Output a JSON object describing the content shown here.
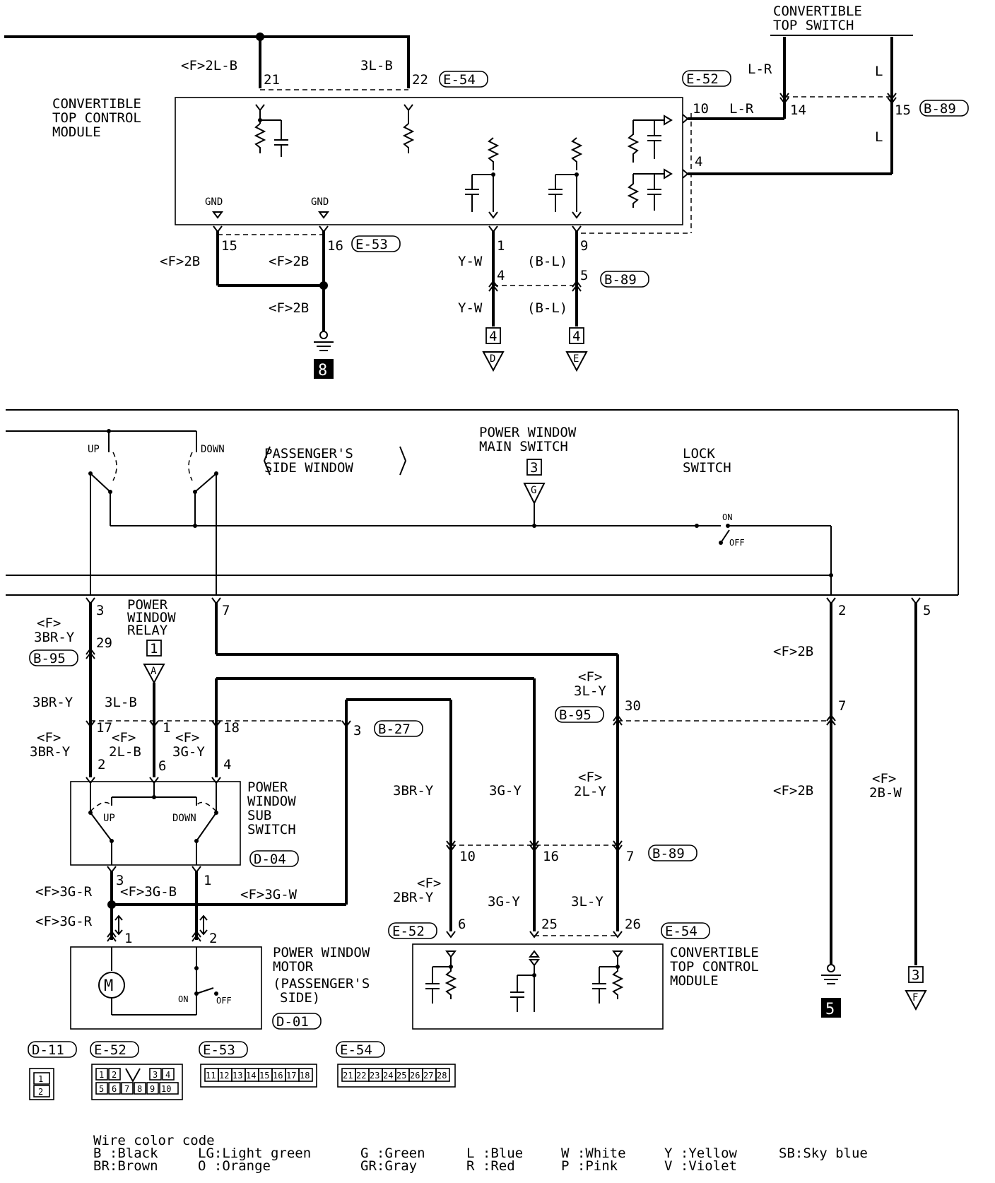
{
  "module_top_label": "CONVERTIBLE TOP CONTROL MODULE",
  "module_top_label_lines": [
    "CONVERTIBLE",
    "TOP CONTROL",
    "MODULE"
  ],
  "top_switch_lines": [
    "CONVERTIBLE",
    "TOP SWITCH"
  ],
  "top_wires": {
    "f2lb": "<F>2L-B",
    "l3b": "3L-B",
    "lr1": "L-R",
    "lr2": "L-R",
    "l1": "L",
    "l2": "L",
    "f2b_a": "<F>2B",
    "f2b_b": "<F>2B",
    "f2b_c": "<F>2B",
    "yw1": "Y-W",
    "yw2": "Y-W",
    "bl1": "(B-L)",
    "bl2": "(B-L)",
    "gnd": "GND"
  },
  "top_pins": {
    "p21": "21",
    "p22": "22",
    "p10": "10",
    "p14": "14",
    "p15a": "15",
    "p4a": "4",
    "p15b": "15",
    "p16": "16",
    "p1": "1",
    "p9": "9",
    "p4b": "4",
    "p5": "5"
  },
  "connectors": {
    "e54": "E-54",
    "e52": "E-52",
    "b89": "B-89",
    "e53": "E-53",
    "b95": "B-95",
    "b27": "B-27",
    "d04": "D-04",
    "d01": "D-01",
    "d11": "D-11"
  },
  "refs": {
    "ground8": "8",
    "ground5": "5",
    "box4": "4",
    "box3": "3",
    "box1": "1",
    "arrowD": "D",
    "arrowE": "E",
    "arrowG": "G",
    "arrowA": "A",
    "arrowF": "F"
  },
  "main_switch": {
    "title_lines": [
      "POWER WINDOW",
      "MAIN SWITCH"
    ],
    "passenger_lines": [
      "PASSENGER'S",
      "SIDE WINDOW"
    ],
    "lock_lines": [
      "LOCK",
      "SWITCH"
    ],
    "up": "UP",
    "down": "DOWN",
    "on": "ON",
    "off": "OFF"
  },
  "relay_lines": [
    "POWER",
    "WINDOW",
    "RELAY"
  ],
  "sub_switch_lines": [
    "POWER",
    "WINDOW",
    "SUB",
    "SWITCH"
  ],
  "motor_lines": [
    "POWER WINDOW",
    "MOTOR",
    "(PASSENGER'S",
    "SIDE)"
  ],
  "module_bottom_lines": [
    "CONVERTIBLE",
    "TOP CONTROL",
    "MODULE"
  ],
  "bottom_wires": {
    "f": "<F>",
    "br3y": "3BR-Y",
    "l3b": "3L-B",
    "l2b": "2L-B",
    "g3y": "3G-Y",
    "l3y": "3L-Y",
    "l2y": "2L-Y",
    "br2y": "2BR-Y",
    "g3r": "<F>3G-R",
    "g3r2": "<F>3G-R",
    "g3b": "<F>3G-B",
    "g3w": "<F>3G-W",
    "f2b1": "<F>2B",
    "f2b2": "<F>2B",
    "b2w": "2B-W",
    "s3bry": "3BR-Y",
    "s3gy": "3G-Y",
    "s3gy2": "3G-Y",
    "s3ly2": "3L-Y"
  },
  "bottom_pins": {
    "p3": "3",
    "p7": "7",
    "p2": "2",
    "p5": "5",
    "p29": "29",
    "p30": "30",
    "p7b": "7",
    "p17": "17",
    "p1": "1",
    "p18": "18",
    "p3b": "3",
    "p2b": "2",
    "p6": "6",
    "p4": "4",
    "p10": "10",
    "p16": "16",
    "p7c": "7",
    "p3c": "3",
    "p1b": "1",
    "p1m": "1",
    "p2m": "2",
    "p6b": "6",
    "p25": "25",
    "p26": "26"
  },
  "legend": {
    "title": "Wire color code",
    "items": [
      [
        "B :Black",
        "BR:Brown"
      ],
      [
        "LG:Light green",
        "O :Orange"
      ],
      [
        "G :Green",
        "GR:Gray"
      ],
      [
        "L :Blue",
        "R :Red"
      ],
      [
        "W :White",
        "P :Pink"
      ],
      [
        "Y :Yellow",
        "V :Violet"
      ],
      [
        "SB:Sky blue",
        ""
      ]
    ]
  },
  "pinouts": {
    "d11": [
      "1",
      "2"
    ],
    "e52": [
      "1",
      "2",
      "3",
      "4",
      "5",
      "6",
      "7",
      "8",
      "9",
      "10"
    ],
    "e53": [
      "11",
      "12",
      "13",
      "14",
      "15",
      "16",
      "17",
      "18"
    ],
    "e54": [
      "21",
      "22",
      "23",
      "24",
      "25",
      "26",
      "27",
      "28"
    ]
  }
}
